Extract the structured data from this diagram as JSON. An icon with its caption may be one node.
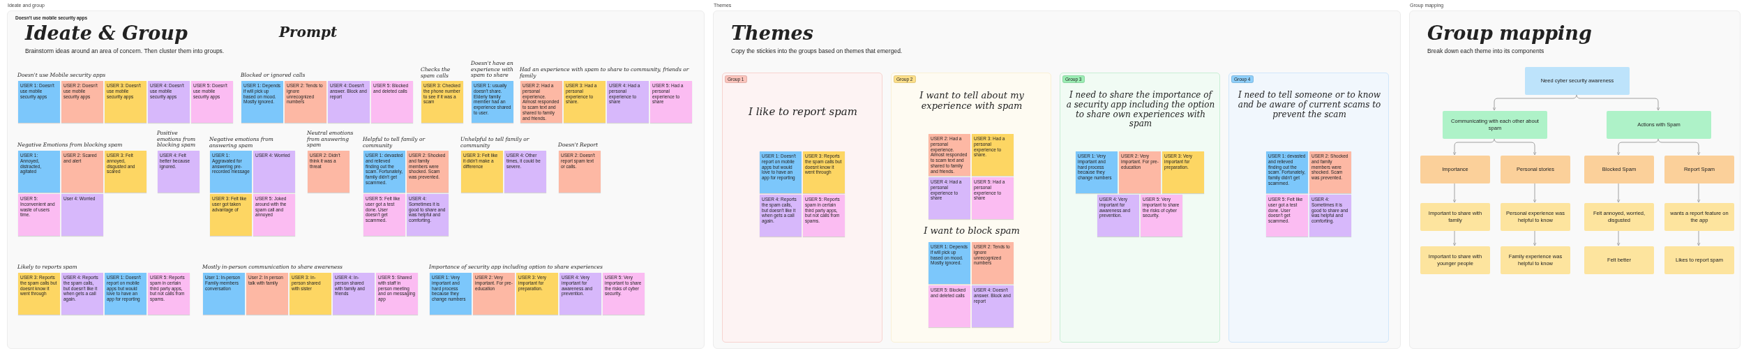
{
  "diagram": {
    "nodes": [
      {
        "text": [
          "Ideate and group",
          "Ideate & Group",
          "Brainstorm ideas around an area of concern. Then cluster them into groups."
        ]
      },
      {
        "text": [
          "USER 1: Doesn't use mobile security apps"
        ],
        "in": 0
      },
      {
        "text": [
          "USER 2: Doesn't use mobile security apps"
        ],
        "in": 0
      },
      {
        "text": [
          "USER 3: Doesn't use mobile security apps"
        ],
        "in": 0
      },
      {
        "text": [
          "USER 4: Doesn't use mobile security apps"
        ],
        "in": 0
      },
      {
        "text": [
          "USER 5: Doesn't use mobile security apps"
        ],
        "in": 0
      },
      {
        "text": [
          "USER 1: Depends if will pick up based on mood. Mostly ignored."
        ],
        "in": 0
      },
      {
        "text": [
          "USER 2: Tends to ignore unrecognized numbers"
        ],
        "in": 0
      },
      {
        "text": [
          "USER 4: Doesn't answer. Block and report"
        ],
        "in": 0
      },
      {
        "text": [
          "USER 5: Blocked and deleted calls"
        ],
        "in": 0
      },
      {
        "text": [
          "USER 3: Checked the phone number to see if it was a scam"
        ],
        "in": 0
      },
      {
        "text": [
          "USER 1: usually doesn't share. Elderly family member had an experience shared to user."
        ],
        "in": 0
      },
      {
        "text": [
          "USER 2: Had a personal experience. Almost responded to scam text and shared to family and friends."
        ],
        "in": 0
      },
      {
        "text": [
          "USER 3: Had a personal experience to share."
        ],
        "in": 0
      },
      {
        "text": [
          "USER 4: Had a personal experience to share"
        ],
        "in": 0
      },
      {
        "text": [
          "USER 5: Had a personal experience to share"
        ],
        "in": 0
      },
      {
        "text": [
          "USER 1: Annoyed, distracted, agitated"
        ],
        "in": 0
      },
      {
        "text": [
          "USER 2: Scared and alert"
        ],
        "in": 0
      },
      {
        "text": [
          "USER 3: Felt annoyed, disgusted and scared"
        ],
        "in": 0
      },
      {
        "text": [
          "USER 5: Inconvenient and waste of users time."
        ],
        "in": 0
      },
      {
        "text": [
          "User 4: Worried"
        ],
        "in": 0
      },
      {
        "text": [
          "USER 4: Felt better because ignored."
        ],
        "in": 0
      },
      {
        "text": [
          "USER 1: Aggravated for answering pre-recorded message"
        ],
        "in": 0
      },
      {
        "text": [
          "USER 4: Worried"
        ],
        "in": 0
      },
      {
        "text": [
          "USER 3: Felt like user got taken advantage of"
        ],
        "in": 0
      },
      {
        "text": [
          "USER 5: Joked around with the spam call and annoyed"
        ],
        "in": 0
      },
      {
        "text": [
          "USER 2: Didn't think it was a threat"
        ],
        "in": 0
      },
      {
        "text": [
          "USER 1: devasted and relieved finding out the scam. Fortunately, family didn't get scammed."
        ],
        "in": 0
      },
      {
        "text": [
          "USER 2: Shocked and family members were shocked. Scam was prevented."
        ],
        "in": 0
      },
      {
        "text": [
          "USER 5: Felt like user got a test done. User doesn't get scammed."
        ],
        "in": 0
      },
      {
        "text": [
          "USER 4: Sometimes it is good to share and was helpful and comforting."
        ],
        "in": 0
      },
      {
        "text": [
          "USER 3: Felt like it didn't make a difference"
        ],
        "in": 0
      },
      {
        "text": [
          "USER 4: Other times, it could be severe."
        ],
        "in": 0
      },
      {
        "text": [
          "USER 3: Reports the spam calls but doesnt know it went through"
        ],
        "in": 0
      },
      {
        "text": [
          "USER 4: Reports the spam calls, but doesn't like it when gets a call again."
        ],
        "in": 0
      },
      {
        "text": [
          "USER 1: Doesn't report on mobile apps but would love to have an app for reporting"
        ],
        "in": 0
      },
      {
        "text": [
          "USER 5: Reports spam in certain third party apps, but not calls from spams."
        ],
        "in": 0
      },
      {
        "text": [
          "USER 2: Doesn't report spam text or calls."
        ],
        "in": 0
      },
      {
        "text": [
          "User 1: In-person Family members conversation"
        ],
        "in": 0
      },
      {
        "text": [
          "User 2: In person talk with family"
        ],
        "in": 0
      },
      {
        "text": [
          "USER 3: In-person shared with sister"
        ],
        "in": 0
      },
      {
        "text": [
          "USER 4: In-person shared with family and friends"
        ],
        "in": 0
      },
      {
        "text": [
          "USER 5: Shared with staff in person meeting and on messaging app"
        ],
        "in": 0
      },
      {
        "text": [
          "USER 1: Very important and hard process because they change numbers"
        ],
        "in": 0
      },
      {
        "text": [
          "USER 2: Very important. For pre-education"
        ],
        "in": 0
      },
      {
        "text": [
          "USER 3: Very important for preparation."
        ],
        "in": 0
      },
      {
        "text": [
          "USER 4: Very important for awareness and prevention."
        ],
        "in": 0
      },
      {
        "text": [
          "USER 5: Very important to share the risks of cyber security."
        ],
        "in": 0
      },
      {
        "text": [
          "Themes",
          "Themes",
          "Copy the stickies into the groups based on themes that emerged."
        ]
      },
      {
        "text": [
          "Group 1",
          "I like to report spam"
        ],
        "in": 48
      },
      {
        "text": [
          "USER 1: Doesn't report on mobile apps but would love to have an app for reporting"
        ],
        "in": 49
      },
      {
        "text": [
          "USER 3: Reports the spam calls but doesnt know it went through"
        ],
        "in": 49
      },
      {
        "text": [
          "USER 4: Reports the spam calls, but doesn't like it when gets a call again."
        ],
        "in": 49
      },
      {
        "text": [
          "USER 5: Reports spam in certain third party apps, but not calls from spams."
        ],
        "in": 49
      },
      {
        "text": [
          "Group 2",
          "I want to tell about my experience with spam",
          "I want to block spam"
        ],
        "in": 48
      },
      {
        "text": [
          "USER 2: Had a personal experience. Almost responded to scam text and shared to family and friends."
        ],
        "in": 54
      },
      {
        "text": [
          "USER 3: Had a personal experience to share."
        ],
        "in": 54
      },
      {
        "text": [
          "USER 4: Had a personal experience to share"
        ],
        "in": 54
      },
      {
        "text": [
          "USER 5: Had a personal experience to share"
        ],
        "in": 54
      },
      {
        "text": [
          "USER 1: Depends if will pick up based on mood. Mostly ignored."
        ],
        "in": 54
      },
      {
        "text": [
          "USER 2: Tends to ignore unrecognized numbers"
        ],
        "in": 54
      },
      {
        "text": [
          "USER 5: Blocked and deleted calls"
        ],
        "in": 54
      },
      {
        "text": [
          "USER 4: Doesn't answer. Block and report"
        ],
        "in": 54
      },
      {
        "text": [
          "Group 3",
          "I need to share the importance of a security app including the option to share own experiences with spam"
        ],
        "in": 48
      },
      {
        "text": [
          "USER 1: Very important and hard process because they change numbers"
        ],
        "in": 63
      },
      {
        "text": [
          "USER 2: Very important. For pre-education"
        ],
        "in": 63
      },
      {
        "text": [
          "USER 3: Very important for preparation."
        ],
        "in": 63
      },
      {
        "text": [
          "USER 4: Very important for awareness and prevention."
        ],
        "in": 63
      },
      {
        "text": [
          "USER 5: Very important to share the risks of cyber security."
        ],
        "in": 63
      },
      {
        "text": [
          "Group 4",
          "I need to tell someone or to know and be aware of current scams to prevent the scam"
        ],
        "in": 48
      },
      {
        "text": [
          "USER 1: devasted and relieved finding out the scam. Fortunately, family didn't get scammed."
        ],
        "in": 69
      },
      {
        "text": [
          "USER 2: Shocked and family members were shocked. Scam was prevented."
        ],
        "in": 69
      },
      {
        "text": [
          "USER 5: Felt like user got a test done. User doesn't get scammed."
        ],
        "in": 69
      },
      {
        "text": [
          "USER 4: Sometimes it is good to share and was helpful and comforting."
        ],
        "in": 69
      },
      {
        "text": [
          "Group mapping",
          "Group mapping",
          "Break down each theme into its components"
        ]
      },
      {
        "text": [
          "Need cyber security awareness"
        ],
        "in": 74
      },
      {
        "text": [
          "Communicating with each other about spam"
        ],
        "in": 74
      },
      {
        "text": [
          "Actions with Spam"
        ],
        "in": 74
      },
      {
        "text": [
          "Importance"
        ],
        "in": 74
      },
      {
        "text": [
          "Personal stories"
        ],
        "in": 74
      },
      {
        "text": [
          "Blocked Spam"
        ],
        "in": 74
      },
      {
        "text": [
          "Report Spam"
        ],
        "in": 74
      },
      {
        "text": [
          "Important to share with family"
        ],
        "in": 74
      },
      {
        "text": [
          "Personal experience was helpful to know"
        ],
        "in": 74
      },
      {
        "text": [
          "Felt annoyed, worried, disgusted"
        ],
        "in": 74
      },
      {
        "text": [
          "wants a report feature on the app"
        ],
        "in": 74
      },
      {
        "text": [
          "Important to share with younger people"
        ],
        "in": 74
      },
      {
        "text": [
          "Family experience was helpful to know"
        ],
        "in": 74
      },
      {
        "text": [
          "Felt better"
        ],
        "in": 74
      },
      {
        "text": [
          "Likes to report spam"
        ],
        "in": 74
      }
    ],
    "edges": [
      {
        "from": 75,
        "to": 76,
        "arrow": "to"
      },
      {
        "from": 75,
        "to": 77,
        "arrow": "to"
      },
      {
        "from": 76,
        "to": 78,
        "arrow": "to"
      },
      {
        "from": 76,
        "to": 79,
        "arrow": "to"
      },
      {
        "from": 77,
        "to": 80,
        "arrow": "to"
      },
      {
        "from": 77,
        "to": 81,
        "arrow": "to"
      },
      {
        "from": 78,
        "to": 82,
        "arrow": "to"
      },
      {
        "from": 82,
        "to": 86,
        "arrow": "to"
      },
      {
        "from": 79,
        "to": 83,
        "arrow": "to"
      },
      {
        "from": 83,
        "to": 87,
        "arrow": "to"
      },
      {
        "from": 80,
        "to": 84,
        "arrow": "to"
      },
      {
        "from": 84,
        "to": 88,
        "arrow": "to"
      },
      {
        "from": 81,
        "to": 85,
        "arrow": "to"
      },
      {
        "from": 85,
        "to": 89,
        "arrow": "to"
      }
    ],
    "labels": [
      "Doesn't use mobile security apps",
      "Prompt",
      "Doesn't use Mobile security apps",
      "Doesn't have an experience with spam to share",
      "Had an experience with spam to share to community, friends or family",
      "Blocked or ignored calls",
      "Checks the spam calls",
      "Negative Emotions from blocking spam",
      "Positive emotions from blocking spam",
      "Negative emotions from answering spam",
      "Neutral emotions from answering spam",
      "Helpful to tell family or community",
      "Unhelpful to tell family or community",
      "Likely to reports spam",
      "Doesn't Report",
      "Mostly in-person communication to share awareness",
      "Importance of security app including option to share experiences"
    ]
  }
}
